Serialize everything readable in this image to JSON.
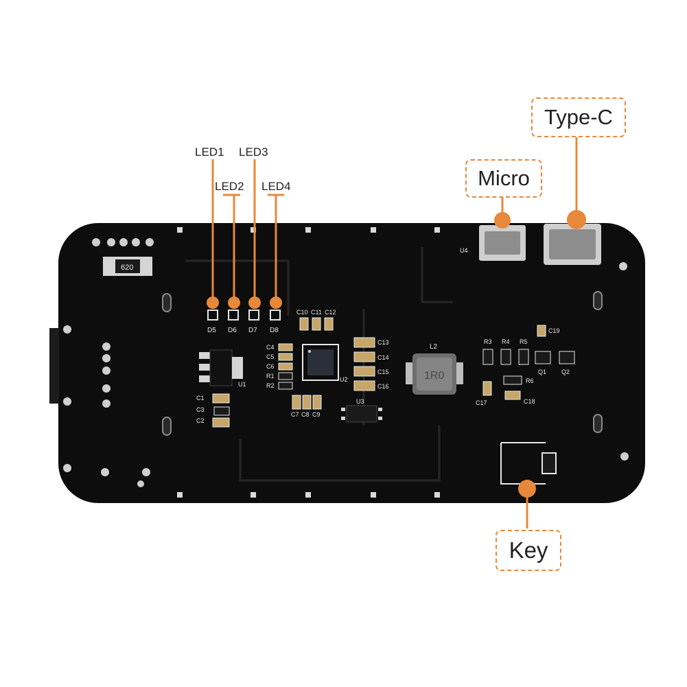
{
  "callouts": {
    "type_c": "Type-C",
    "micro": "Micro",
    "key": "Key"
  },
  "led_labels": {
    "led1": "LED1",
    "led2": "LED2",
    "led3": "LED3",
    "led4": "LED4"
  },
  "silkscreen": {
    "resistor_620": "620",
    "inductor_mark": "1R0",
    "L2": "L2",
    "U1": "U1",
    "U2": "U2",
    "U3": "U3",
    "U4": "U4",
    "D5": "D5",
    "D6": "D6",
    "D7": "D7",
    "D8": "D8",
    "C1": "C1",
    "C2": "C2",
    "C3": "C3",
    "C4": "C4",
    "C5": "C5",
    "C6": "C6",
    "C7": "C7",
    "C8": "C8",
    "C9": "C9",
    "C10": "C10",
    "C11": "C11",
    "C12": "C12",
    "C13": "C13",
    "C14": "C14",
    "C15": "C15",
    "C16": "C16",
    "C17": "C17",
    "C18": "C18",
    "C19": "C19",
    "R1": "R1",
    "R2": "R2",
    "R3": "R3",
    "R4": "R4",
    "R5": "R5",
    "R6": "R6",
    "Q1": "Q1",
    "Q2": "Q2"
  },
  "colors": {
    "accent": "#e8883a",
    "board": "#0d0d0d",
    "silkscreen": "#e8e8e8"
  }
}
